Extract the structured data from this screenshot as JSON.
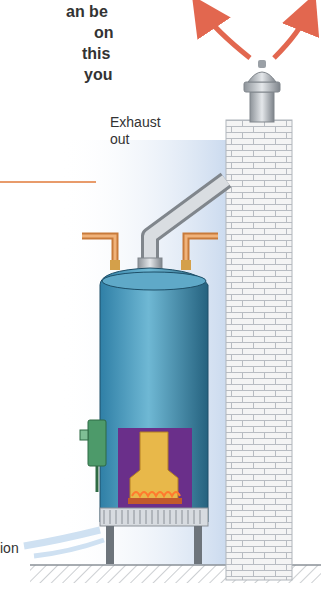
{
  "diagram": {
    "labels": [
      "an be",
      "on",
      "this",
      "you",
      "Exhaust out",
      "ion"
    ]
  }
}
